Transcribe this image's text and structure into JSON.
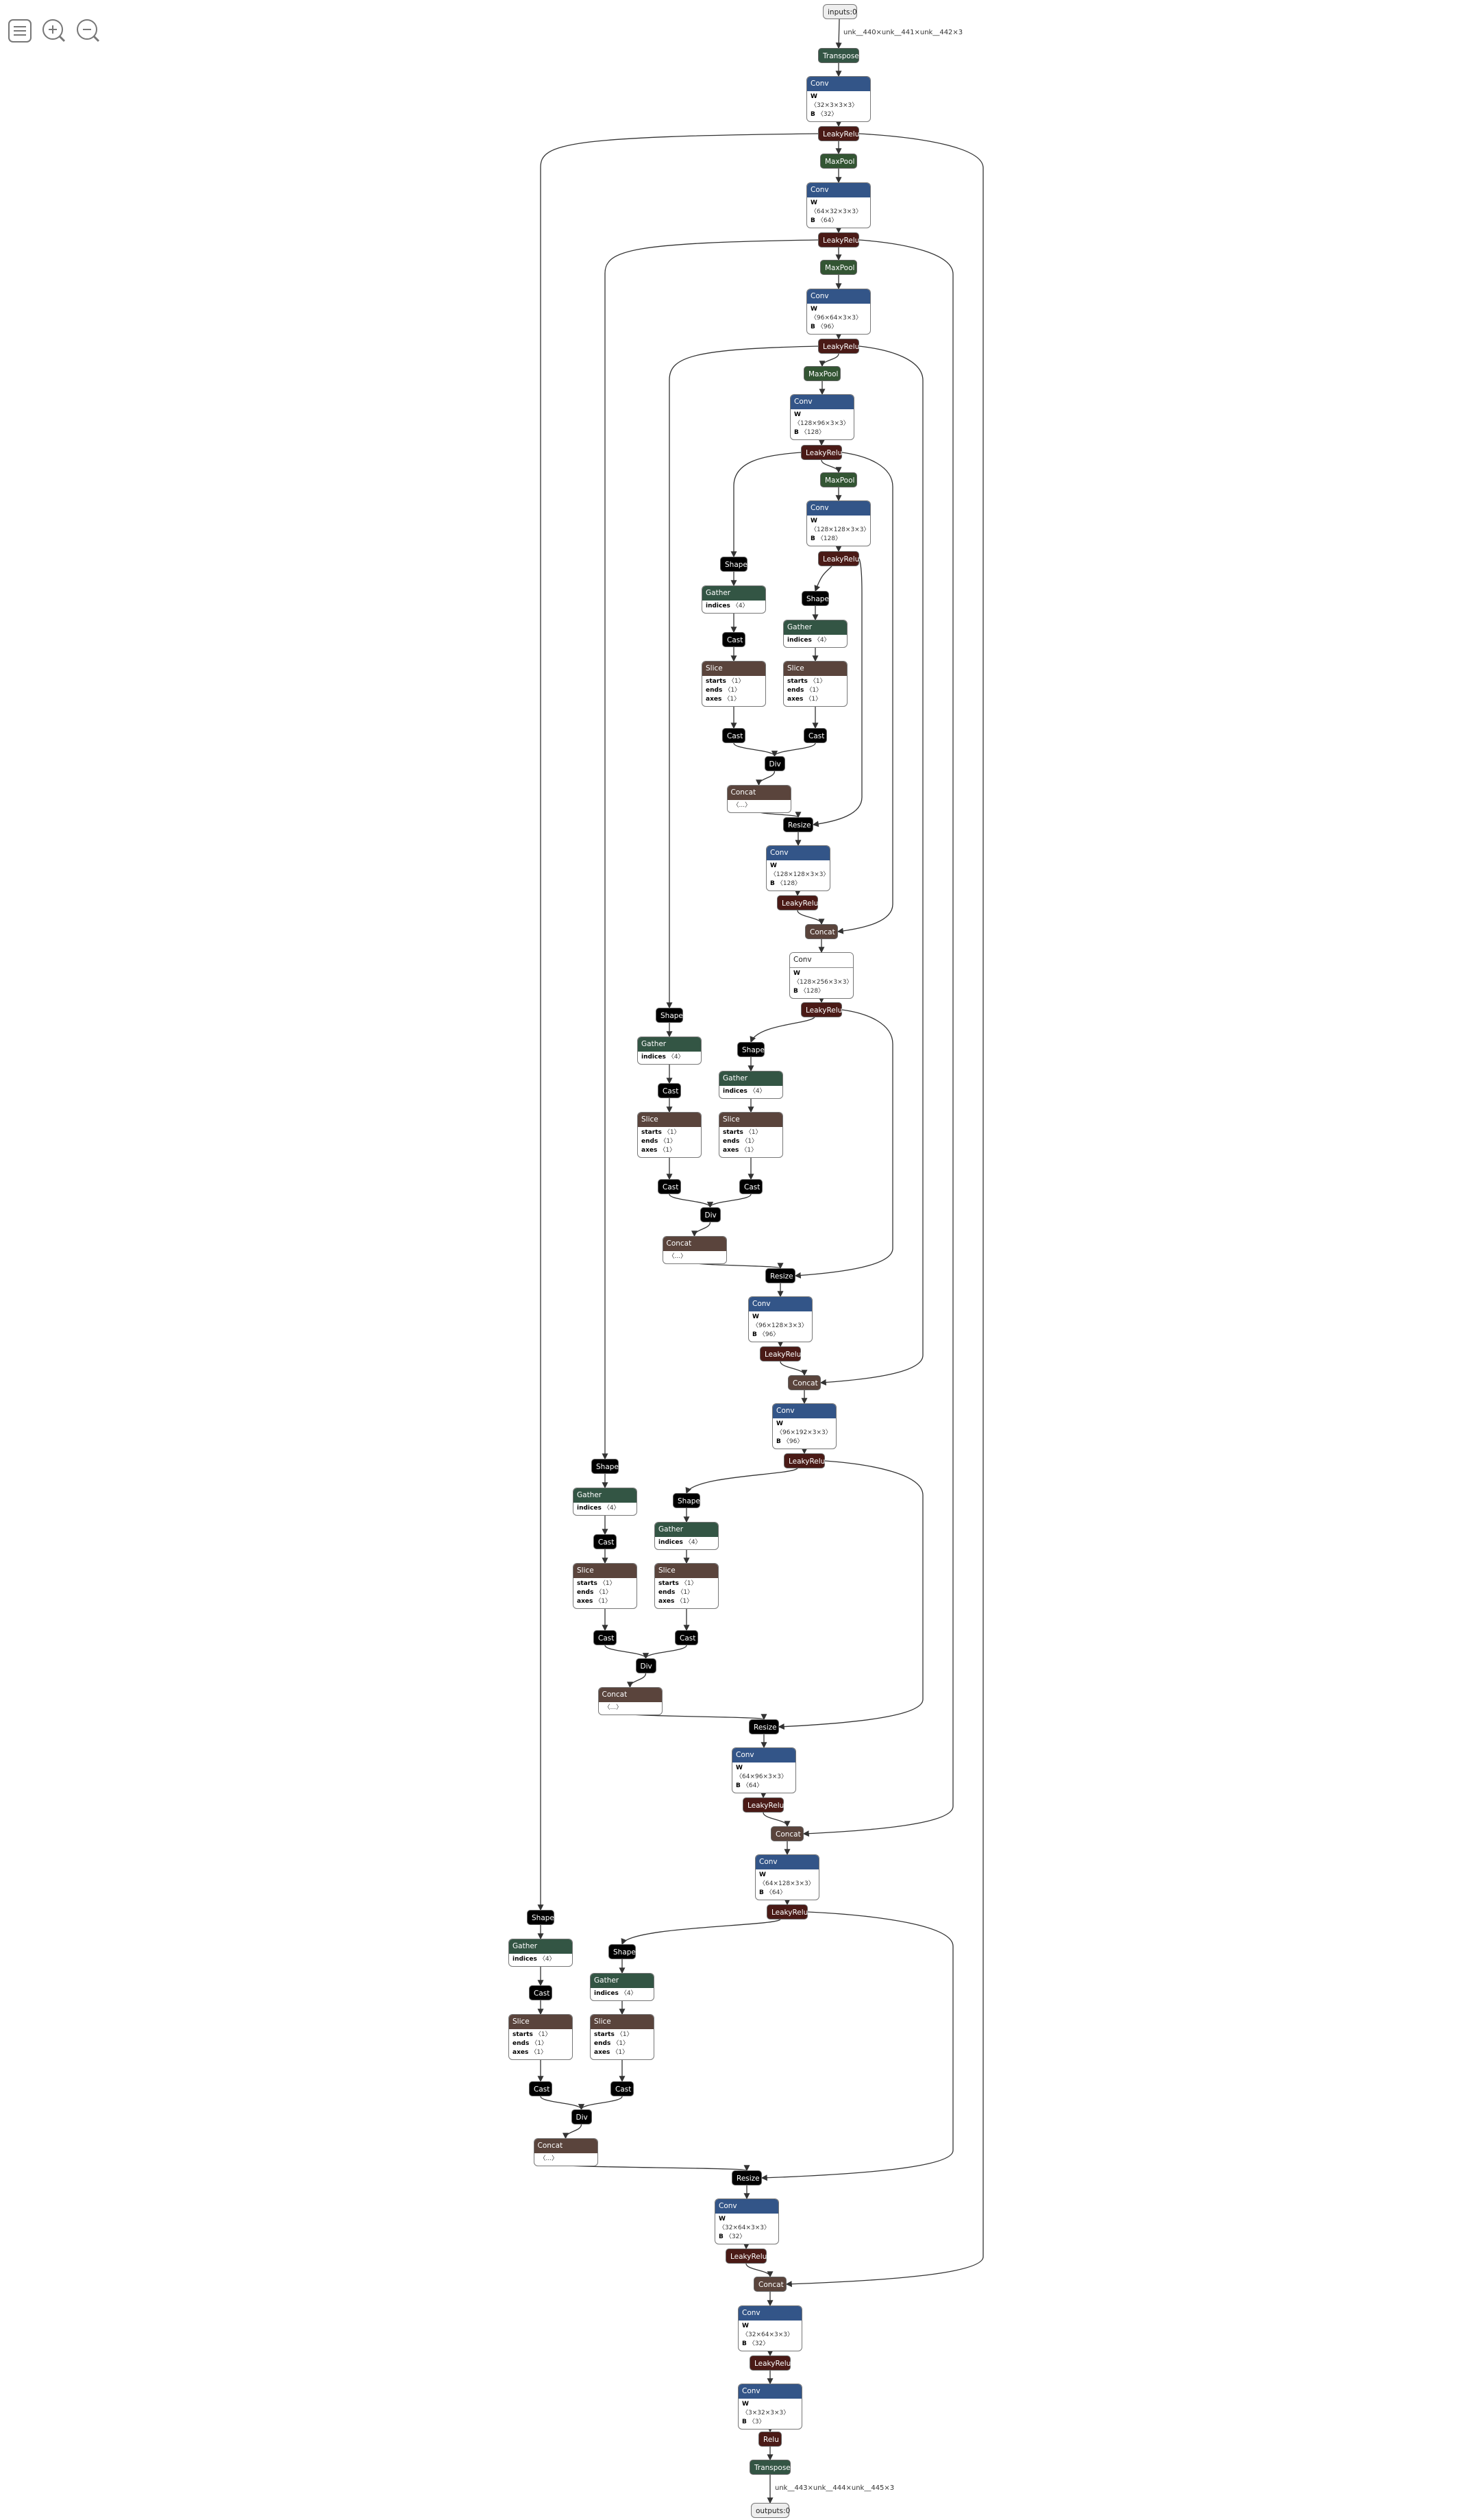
{
  "toolbar": {
    "menu": {
      "icon": "menu-icon"
    },
    "zoom_in": {
      "icon": "zoom-in-icon"
    },
    "zoom_out": {
      "icon": "zoom-out-icon"
    }
  },
  "colors": {
    "conv": "#335588",
    "transpose_gather": "#335544",
    "maxpool": "#335533",
    "activation": "#4a1a16",
    "shape_cast_div_resize": "#000000",
    "concat_slice": "#5a443c",
    "edge": "#333333"
  },
  "graph": {
    "input_label": "inputs:0",
    "input_shape": "unk__440×unk__441×unk__442×3",
    "output_label": "outputs:0",
    "output_shape": "unk__443×unk__444×unk__445×3",
    "nodes": {
      "transpose_in": {
        "op": "Transpose"
      },
      "conv1": {
        "op": "Conv",
        "W": "〈32×3×3×3〉",
        "B": "〈32〉"
      },
      "lrelu1": {
        "op": "LeakyRelu"
      },
      "pool1": {
        "op": "MaxPool"
      },
      "conv2": {
        "op": "Conv",
        "W": "〈64×32×3×3〉",
        "B": "〈64〉"
      },
      "lrelu2": {
        "op": "LeakyRelu"
      },
      "pool2": {
        "op": "MaxPool"
      },
      "conv3": {
        "op": "Conv",
        "W": "〈96×64×3×3〉",
        "B": "〈96〉"
      },
      "lrelu3": {
        "op": "LeakyRelu"
      },
      "pool3": {
        "op": "MaxPool"
      },
      "conv4": {
        "op": "Conv",
        "W": "〈128×96×3×3〉",
        "B": "〈128〉"
      },
      "lrelu4": {
        "op": "LeakyRelu"
      },
      "pool4": {
        "op": "MaxPool"
      },
      "conv5": {
        "op": "Conv",
        "W": "〈128×128×3×3〉",
        "B": "〈128〉"
      },
      "lrelu5": {
        "op": "LeakyRelu"
      },
      "conv6": {
        "op": "Conv",
        "W": "〈128×128×3×3〉",
        "B": "〈128〉"
      },
      "lrelu6": {
        "op": "LeakyRelu"
      },
      "concat6": {
        "op": "Concat"
      },
      "conv7": {
        "op": "Conv",
        "W": "〈128×256×3×3〉",
        "B": "〈128〉"
      },
      "lrelu7": {
        "op": "LeakyRelu"
      },
      "conv8": {
        "op": "Conv",
        "W": "〈96×128×3×3〉",
        "B": "〈96〉"
      },
      "lrelu8": {
        "op": "LeakyRelu"
      },
      "concat8": {
        "op": "Concat"
      },
      "conv9": {
        "op": "Conv",
        "W": "〈96×192×3×3〉",
        "B": "〈96〉"
      },
      "lrelu9": {
        "op": "LeakyRelu"
      },
      "conv10": {
        "op": "Conv",
        "W": "〈64×96×3×3〉",
        "B": "〈64〉"
      },
      "lrelu10": {
        "op": "LeakyRelu"
      },
      "concat10": {
        "op": "Concat"
      },
      "conv11": {
        "op": "Conv",
        "W": "〈64×128×3×3〉",
        "B": "〈64〉"
      },
      "lrelu11": {
        "op": "LeakyRelu"
      },
      "conv12": {
        "op": "Conv",
        "W": "〈32×64×3×3〉",
        "B": "〈32〉"
      },
      "lrelu12": {
        "op": "LeakyRelu"
      },
      "concat12": {
        "op": "Concat"
      },
      "conv13": {
        "op": "Conv",
        "W": "〈32×64×3×3〉",
        "B": "〈32〉"
      },
      "lrelu13": {
        "op": "LeakyRelu"
      },
      "conv14": {
        "op": "Conv",
        "W": "〈3×32×3×3〉",
        "B": "〈3〉"
      },
      "relu": {
        "op": "Relu"
      },
      "transpose_out": {
        "op": "Transpose"
      }
    },
    "resize_block": {
      "shape": "Shape",
      "gather": "Gather",
      "gather_attr": "indices",
      "gather_val": "〈4〉",
      "cast": "Cast",
      "slice": "Slice",
      "slice_attrs": [
        {
          "k": "starts",
          "v": "〈1〉"
        },
        {
          "k": "ends",
          "v": "〈1〉"
        },
        {
          "k": "axes",
          "v": "〈1〉"
        }
      ],
      "div": "Div",
      "concat": "Concat",
      "concat_val": "〈...〉",
      "resize": "Resize"
    },
    "attr_keys": {
      "W": "W",
      "B": "B"
    }
  }
}
